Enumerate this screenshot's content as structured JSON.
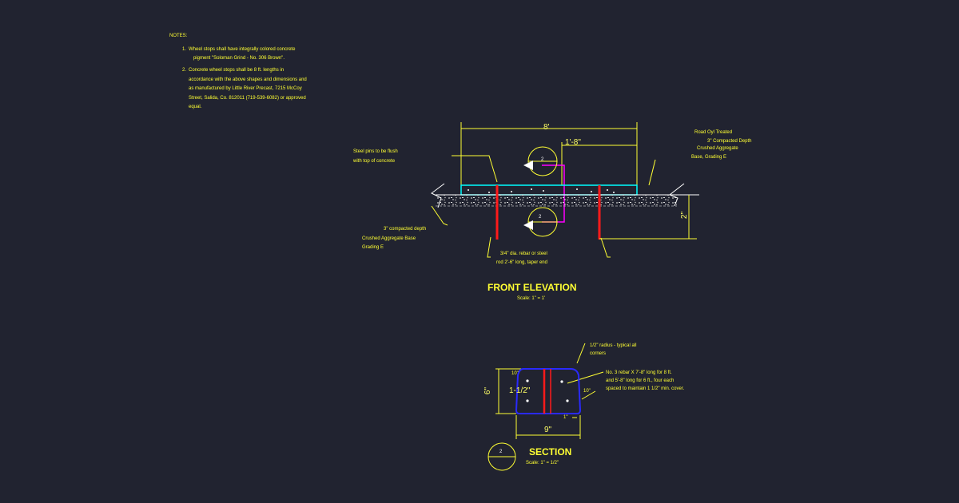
{
  "notes": {
    "heading": "NOTES:",
    "items": [
      {
        "num": "1.",
        "lines": [
          "Wheel stops shall have integrally colored concrete",
          "pigment \"Soloman Grind -  No. 306 Brown\"."
        ]
      },
      {
        "num": "2.",
        "lines": [
          "Concrete wheel stops shall be 8 ft. lengths in",
          "accordance with the above shapes and dimensions and",
          "as manufactured by Little River Precast, 7215 McCoy",
          "Street, Salida, Co.  812011 (719-539-6082) or approved",
          "equal."
        ]
      }
    ]
  },
  "front_elevation": {
    "title": "FRONT ELEVATION",
    "scale": "Scale: 1\" = 1'",
    "dims": {
      "overall": "8'",
      "offset": "1'-8\"",
      "depth": "2\""
    },
    "section_marker": "2",
    "callouts": {
      "steel_pins": [
        "Steel pins to be flush",
        "with top of concrete"
      ],
      "road_oyl": [
        "Road Oyl Treated",
        "3\" Compacted Depth",
        "Crushed Aggregate",
        "Base, Grading E"
      ],
      "compacted": [
        "3\" compacted depth",
        "Crushed Aggregate Base",
        "Grading E"
      ],
      "rebar": [
        "3/4\" dia. rebar or steel",
        "rod 2'-6\" long, taper end"
      ]
    }
  },
  "section": {
    "title": "SECTION",
    "scale": "Scale: 1\" = 1/2\"",
    "marker": "2",
    "dims": {
      "height": "6\"",
      "top": "10\"",
      "width_label": "1-1/2\"",
      "right": "10\"",
      "inner": "1\"",
      "bottom": "9\""
    },
    "callouts": {
      "radius": [
        "1/2\" radius - typical all",
        "corners"
      ],
      "rebar": [
        "No. 3 rebar X 7'-8\" long for 8 ft.",
        "and 5'-8\" long for 6 ft., four each",
        "spaced to maintain 1 1/2\" min. cover."
      ]
    }
  },
  "colors": {
    "background": "#212330",
    "dimension": "#ffff33",
    "concrete": "#00ffff",
    "rebar": "#ff1a1a",
    "section_line": "#ff00ff",
    "outline": "#2a2aff"
  }
}
